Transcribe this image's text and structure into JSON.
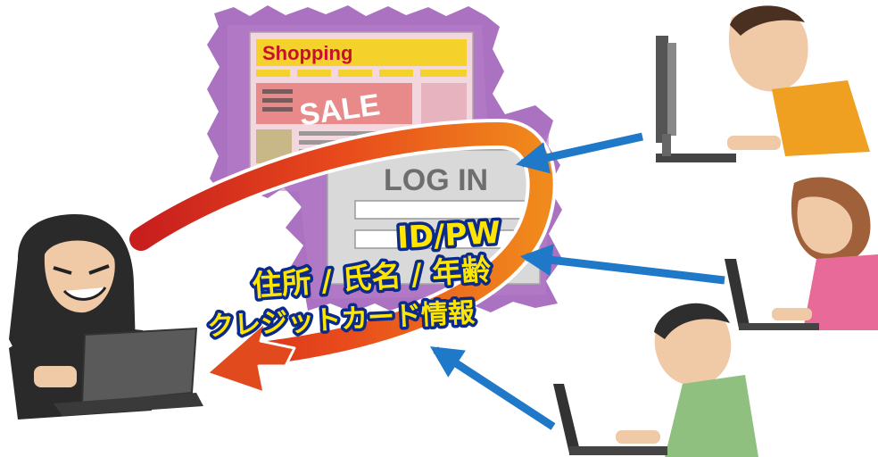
{
  "shopping_site": {
    "title": "Shopping",
    "sale_banner": "SALE",
    "colors": {
      "title_bar": "#f5d22b",
      "sale_block": "#e88a8a",
      "page_bg": "#f2d7de",
      "aura": "#9b59b6"
    }
  },
  "login_page": {
    "title": "LOG IN",
    "colors": {
      "panel": "#d9d9d9"
    }
  },
  "stolen_info": {
    "line1": "ID/PW",
    "line2": "住所 / 氏名 / 年齢",
    "line3": "クレジットカード情報",
    "colors": {
      "text": "#ffe600",
      "outline": "#0b2a8a"
    }
  },
  "actors": {
    "attacker": {
      "icon": "hooded-hacker-icon"
    },
    "users": [
      {
        "icon": "man-desktop-user-icon"
      },
      {
        "icon": "woman-laptop-user-icon"
      },
      {
        "icon": "man-laptop-user-icon"
      }
    ]
  },
  "arrows": {
    "user_input": {
      "color": "#1f78c8"
    },
    "data_theft": {
      "color": "#d7401e"
    }
  }
}
